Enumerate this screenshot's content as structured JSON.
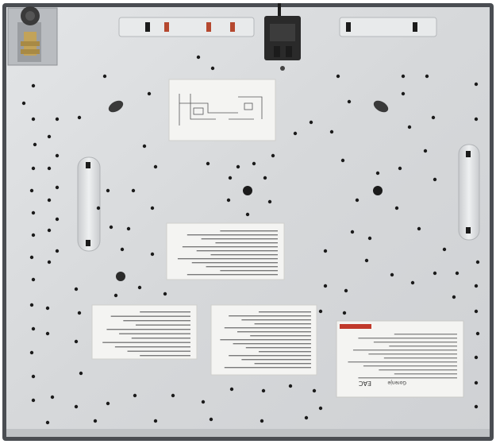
{
  "colors": {
    "background": "#ffffff",
    "frame": "#4a4d52",
    "panel": "#d9dbdd",
    "panel_shadow": "#b9bcc0",
    "hole": "#1b1b1b",
    "label_paper": "#f4f4f2",
    "rating_red": "#c0392b",
    "connector": "#2a2a2a"
  },
  "rating_plate": {
    "brand": "Gorenje",
    "mark": "EAC"
  },
  "labels": {
    "wiring_diagram": "wiring-diagram",
    "electric_warning": "electric-warning",
    "gas_connection": "gas-connection",
    "installation_info": "installation-info"
  }
}
